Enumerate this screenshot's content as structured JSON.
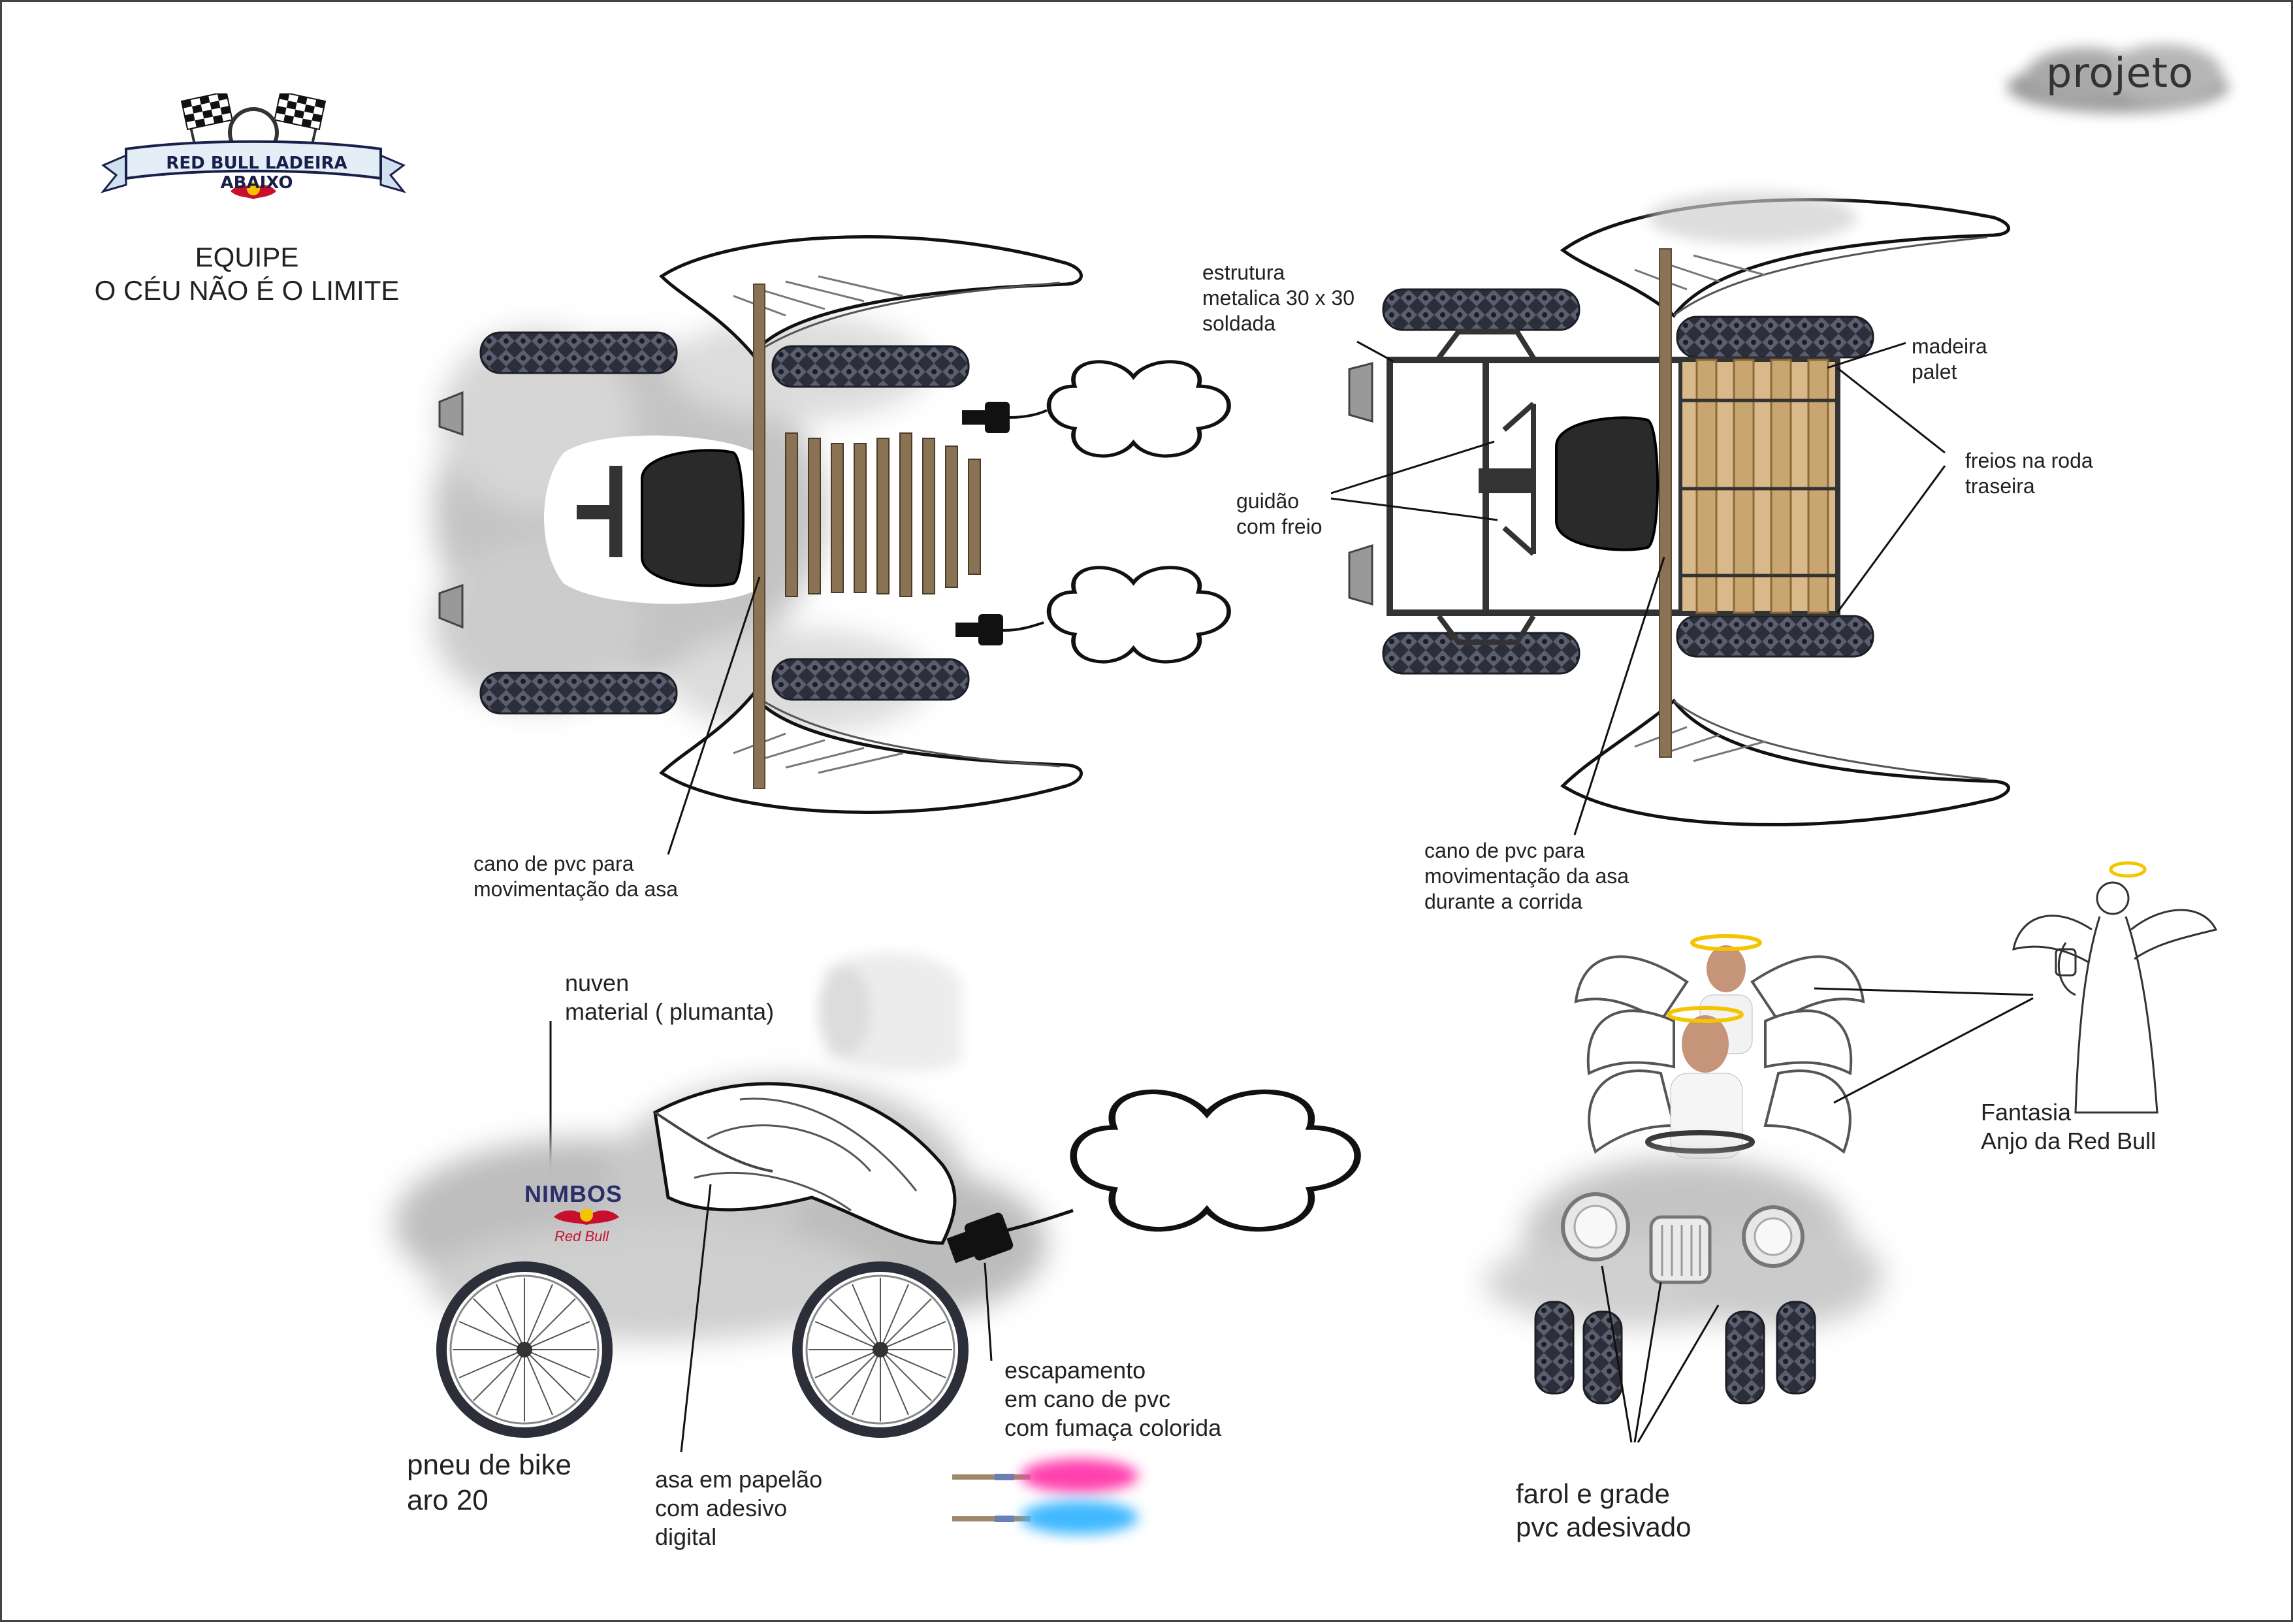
{
  "header": {
    "tag": "projeto",
    "logo_title": "RED BULL LADEIRA ABAIXO",
    "team": "EQUIPE\nO CÉU NÃO É O LIMITE"
  },
  "top_view": {
    "pvc_pipe_label": "cano de pvc para\nmovimentação da asa"
  },
  "structure_view": {
    "frame_label": "estrutura\nmetalica 30 x 30\nsoldada",
    "wood_label": "madeira\npalet",
    "brakes_label": "freios na roda\ntraseira",
    "handlebar_label": "guidão\ncom freio",
    "pvc_pipe_label": "cano de pvc para\nmovimentação da asa\ndurante a corrida"
  },
  "side_view": {
    "cloud_label": "nuven\nmaterial ( plumanta)",
    "brand_name": "NIMBOS",
    "brand_sub": "Red Bull",
    "exhaust_label": "escapamento\nem cano de pvc\n com fumaça colorida",
    "wheel_label": "pneu de bike\naro 20",
    "wing_label": "asa em papelão\ncom adesivo\ndigital"
  },
  "front_view": {
    "costume_label": "Fantasia\nAnjo da Red Bull",
    "headlight_label": "farol e grade\npvc adesivado"
  },
  "colors": {
    "border": "#444444",
    "wood": "#d9b98a",
    "pvc_pipe": "#8a7355",
    "tire": "#2c2f3a",
    "smoke_pink": "#ff3fae",
    "smoke_blue": "#3fb8ff",
    "brand_navy": "#2a2f6a",
    "brand_red": "#c8102e"
  }
}
